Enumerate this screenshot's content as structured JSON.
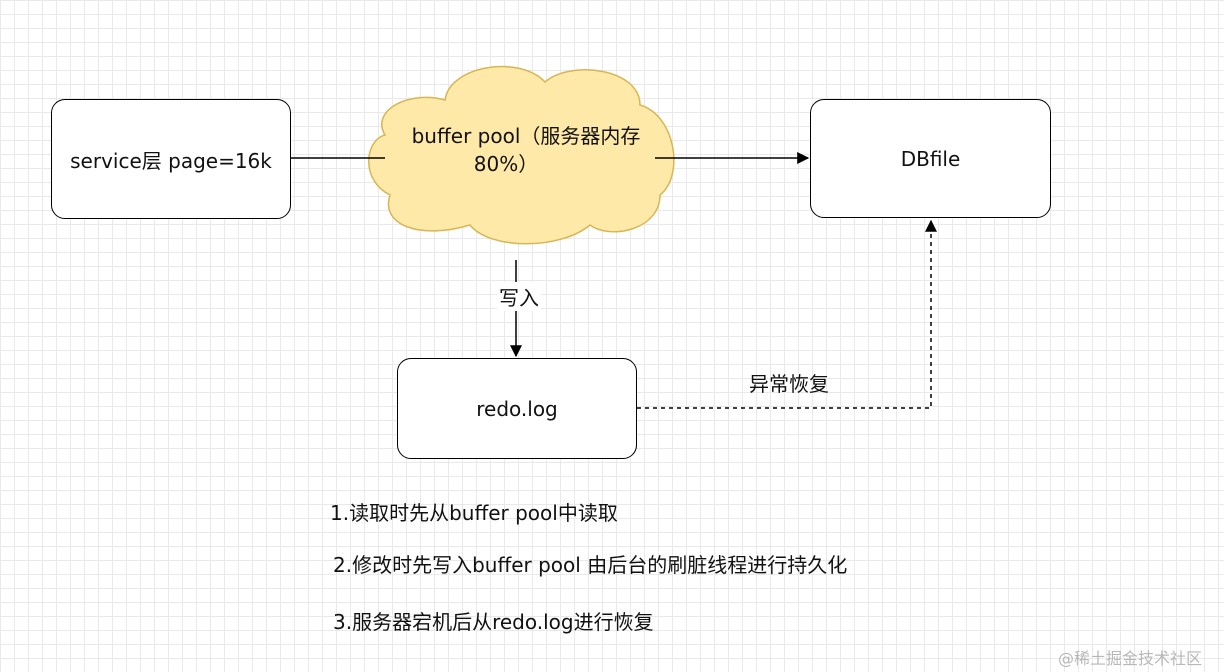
{
  "nodes": {
    "service": "service层 page=16k",
    "buffer_pool_line1": "buffer pool（服务器内存",
    "buffer_pool_line2": "80%）",
    "dbfile": "DBfile",
    "redo_log": "redo.log"
  },
  "edges": {
    "write": "写入",
    "recover": "异常恢复"
  },
  "notes": [
    "1.读取时先从buffer pool中读取",
    "2.修改时先写入buffer pool 由后台的刷脏线程进行持久化",
    "3.服务器宕机后从redo.log进行恢复"
  ],
  "watermark": "@稀土掘金技术社区",
  "colors": {
    "cloud_fill": "#FFE9A8",
    "cloud_stroke": "#D6B656",
    "line": "#000000"
  }
}
